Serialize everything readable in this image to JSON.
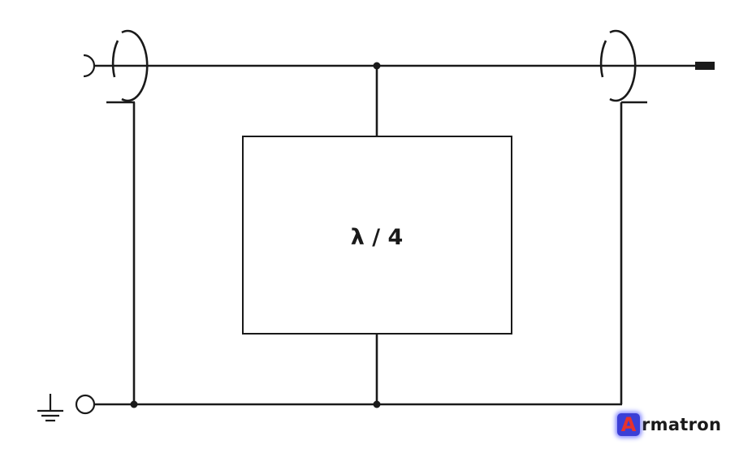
{
  "diagram": {
    "box_label": "λ / 4"
  },
  "logo": {
    "letter": "A",
    "text": "rmatron",
    "mark_color": "#3b3fd6",
    "letter_color": "#e8322c"
  },
  "icons": [
    "coax-input-socket-icon",
    "ferrite-ring-icon",
    "ground-icon",
    "output-pin-icon"
  ]
}
